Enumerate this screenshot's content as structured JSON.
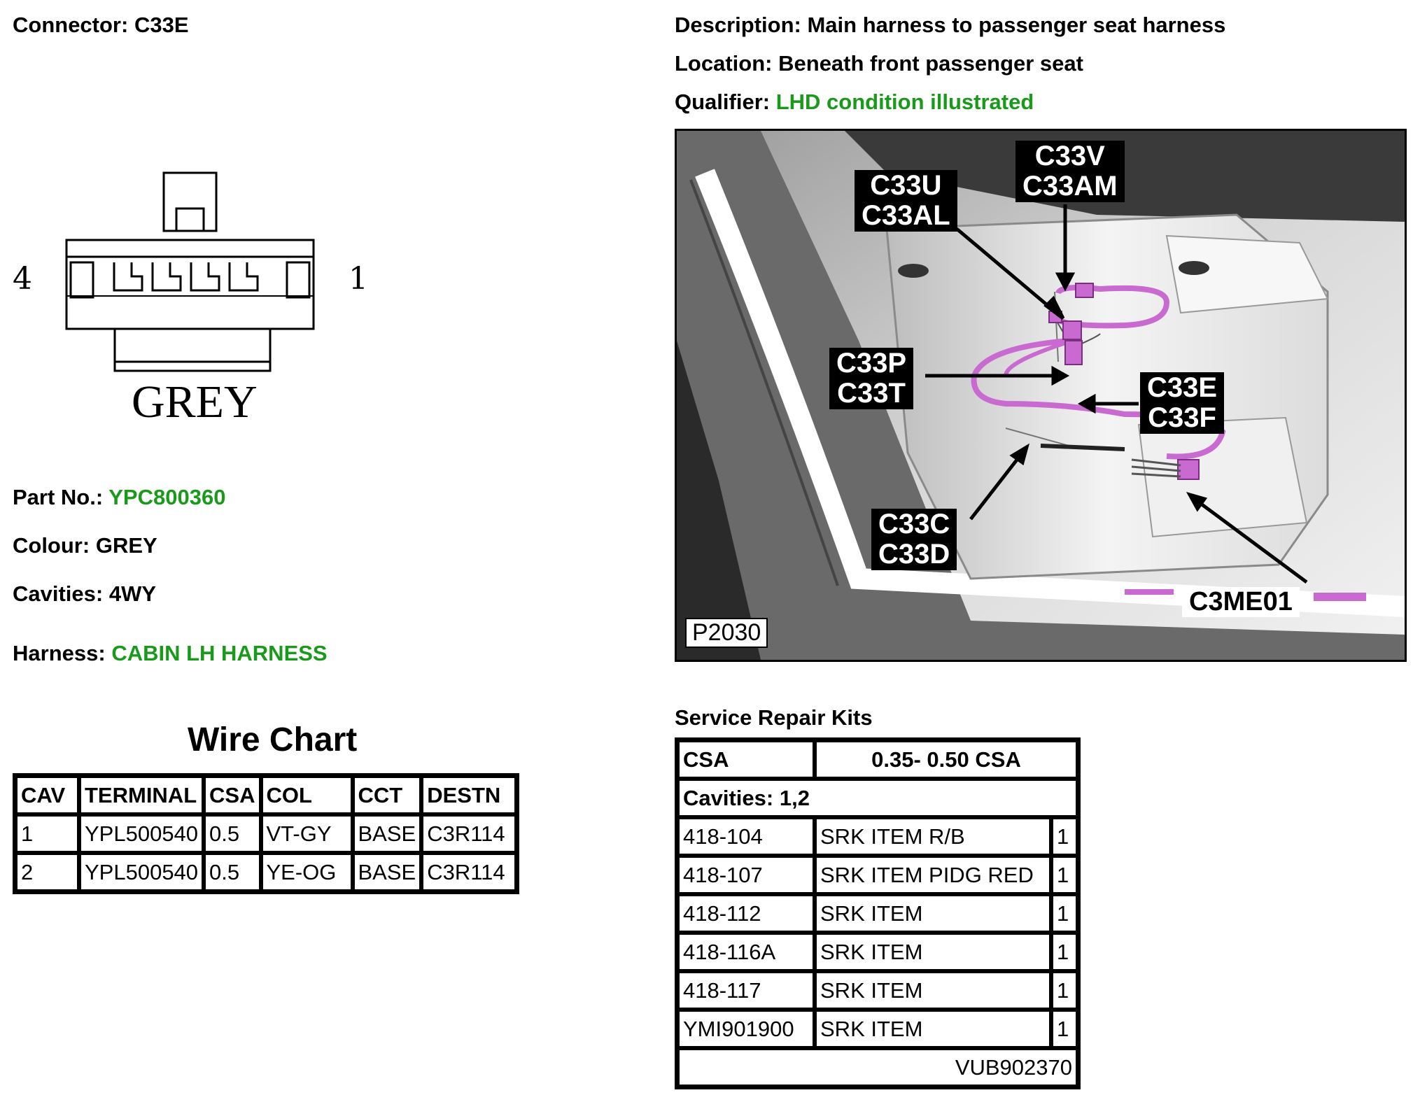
{
  "connector": {
    "label": "Connector:",
    "value": "C33E"
  },
  "description": {
    "label": "Description:",
    "value": "Main harness to passenger seat harness"
  },
  "location": {
    "label": "Location:",
    "value": "Beneath front passenger seat"
  },
  "qualifier": {
    "label": "Qualifier:",
    "value": "LHD condition illustrated"
  },
  "diagram": {
    "pin_left": "4",
    "pin_right": "1",
    "colour_text": "GREY"
  },
  "part": {
    "label": "Part No.:",
    "value": "YPC800360"
  },
  "colour": {
    "label": "Colour:",
    "value": "GREY"
  },
  "cavities": {
    "label": "Cavities:",
    "value": "4WY"
  },
  "harness": {
    "label": "Harness:",
    "value": "CABIN LH HARNESS"
  },
  "wire_chart": {
    "title": "Wire Chart",
    "headers": [
      "CAV",
      "TERMINAL",
      "CSA",
      "COL",
      "CCT",
      "DESTN"
    ],
    "rows": [
      [
        "1",
        "YPL500540",
        "0.5",
        "VT-GY",
        "BASE",
        "C3R114"
      ],
      [
        "2",
        "YPL500540",
        "0.5",
        "YE-OG",
        "BASE",
        "C3R114"
      ]
    ]
  },
  "photo": {
    "id": "P2030",
    "callouts": {
      "c33u": "C33U",
      "c33al": "C33AL",
      "c33v": "C33V",
      "c33am": "C33AM",
      "c33p": "C33P",
      "c33t": "C33T",
      "c33e": "C33E",
      "c33f": "C33F",
      "c33c": "C33C",
      "c33d": "C33D",
      "c3me01": "C3ME01"
    }
  },
  "service_kits": {
    "title": "Service Repair Kits",
    "csa_label": "CSA",
    "csa_value": "0.35- 0.50 CSA",
    "cavities": "Cavities: 1,2",
    "items": [
      {
        "part": "418-104",
        "desc": "SRK ITEM R/B",
        "qty": "1"
      },
      {
        "part": "418-107",
        "desc": "SRK ITEM PIDG RED",
        "qty": "1"
      },
      {
        "part": "418-112",
        "desc": "SRK ITEM",
        "qty": "1"
      },
      {
        "part": "418-116A",
        "desc": "SRK ITEM",
        "qty": "1"
      },
      {
        "part": "418-117",
        "desc": "SRK ITEM",
        "qty": "1"
      },
      {
        "part": "YMI901900",
        "desc": "SRK ITEM",
        "qty": "1"
      }
    ],
    "footer": "VUB902370"
  },
  "colors": {
    "accent_green": "#1a9a1a",
    "harness_pink": "#c86ad0"
  }
}
